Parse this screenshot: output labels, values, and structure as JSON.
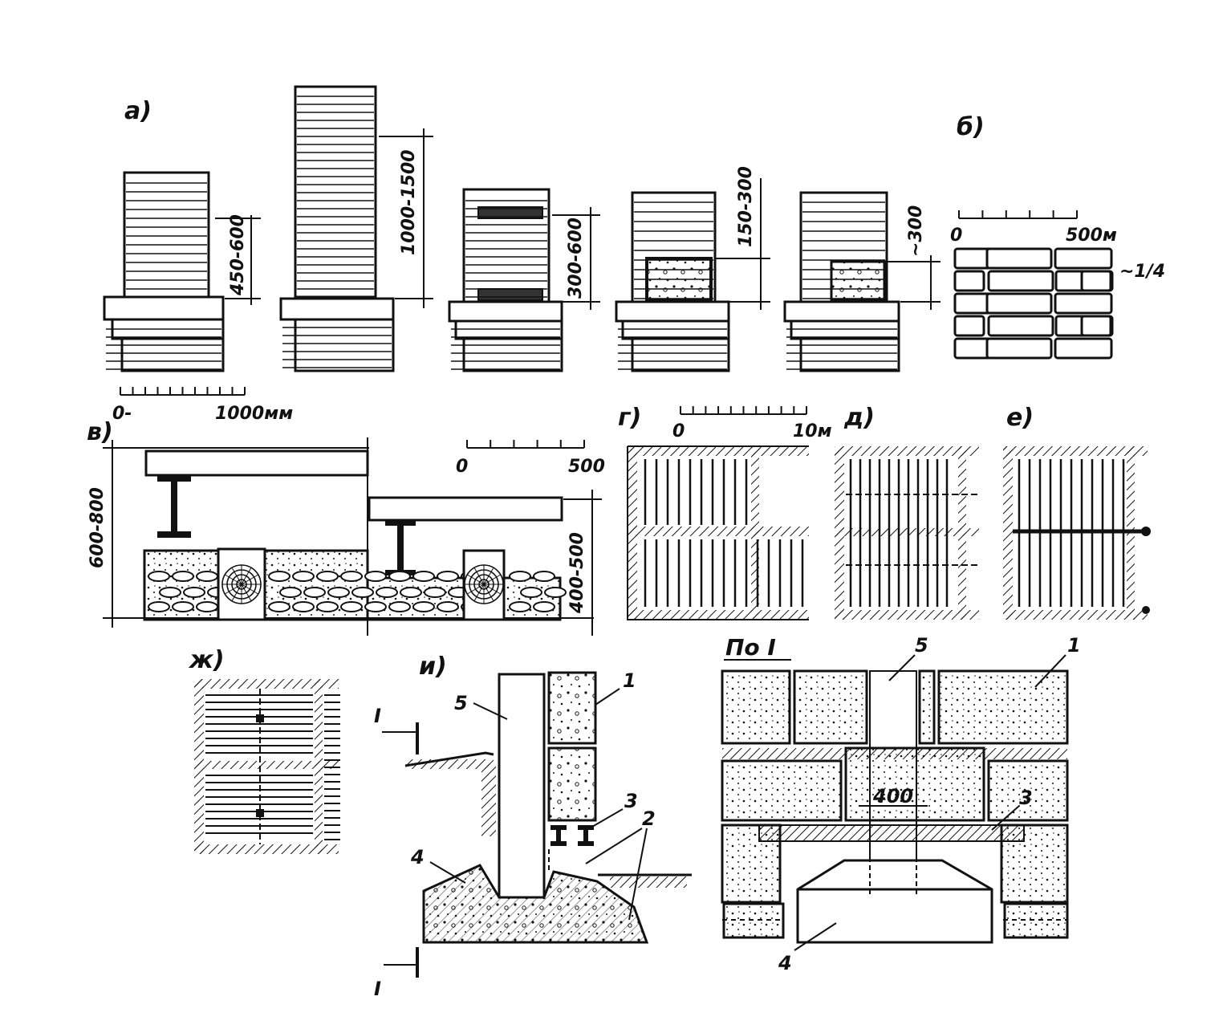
{
  "panels": {
    "a": "а)",
    "b": "б)",
    "v": "в)",
    "g": "г)",
    "d": "д)",
    "e": "е)",
    "zh": "ж)",
    "i": "и)"
  },
  "dimensions": {
    "d1": "450-600",
    "d2": "1000-1500",
    "d3": "300-600",
    "d4": "150-300",
    "d5": "~300",
    "d6": "600-800",
    "d7": "400-500",
    "d8": "400"
  },
  "scales": {
    "s1_start": "0-",
    "s1_end": "1000мм",
    "s2_start": "0",
    "s2_end": "500м",
    "s3_start": "0",
    "s3_end": "500",
    "s4_start": "0",
    "s4_end": "10м"
  },
  "section": {
    "title": "По I",
    "mark": "I"
  },
  "callouts": {
    "c1": "1",
    "c2": "2",
    "c3": "3",
    "c4": "4",
    "c5": "5"
  },
  "brick_note": "~1/4"
}
